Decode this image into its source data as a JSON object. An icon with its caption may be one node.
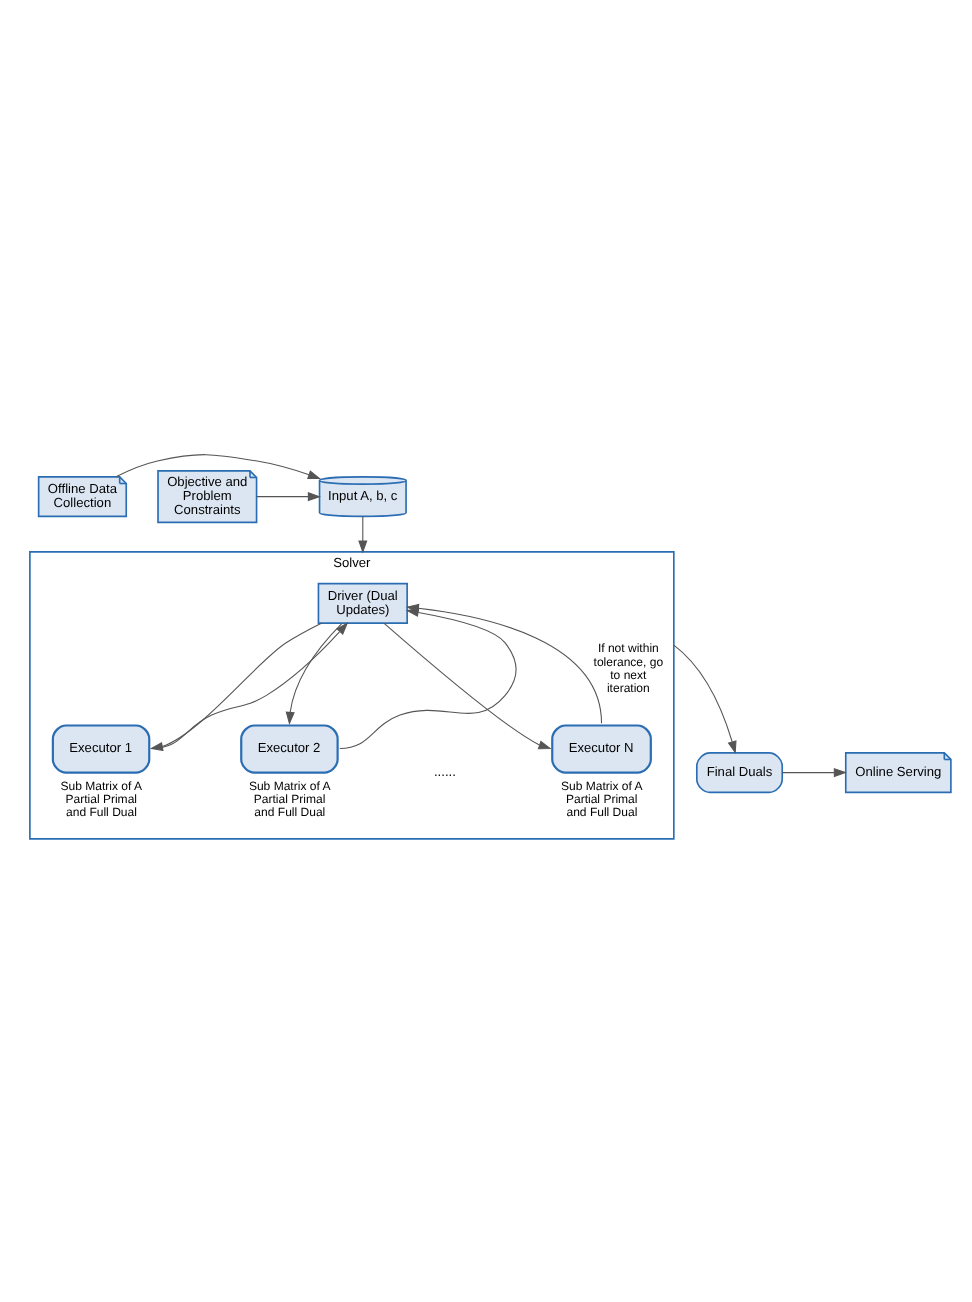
{
  "diagram": {
    "nodes": [
      {
        "text": [
          "Offline Data Collection"
        ]
      },
      {
        "text": [
          "Input A, b, c"
        ]
      },
      {
        "text": [
          "Objective and Problem Constraints"
        ]
      },
      {
        "text": [
          "Solver"
        ]
      },
      {
        "text": [
          "Driver (Dual Updates)"
        ],
        "in": 3
      },
      {
        "text": [
          "Executor 1"
        ],
        "in": 3,
        "beside": [
          "Sub Matrix of A Partial Primal and Full Dual"
        ]
      },
      {
        "text": [
          "Executor 2"
        ],
        "in": 3,
        "beside": [
          "Sub Matrix of A Partial Primal and Full Dual"
        ]
      },
      {
        "text": [
          "Executor N"
        ],
        "in": 3,
        "beside": [
          "Sub Matrix of A Partial Primal and Full Dual"
        ]
      },
      {
        "text": [
          "Final Duals"
        ]
      },
      {
        "text": [
          "Online Serving"
        ]
      }
    ],
    "edges": [
      {
        "from": 0,
        "to": 1,
        "arrow": "to"
      },
      {
        "from": 2,
        "to": 1,
        "arrow": "to"
      },
      {
        "from": 1,
        "to": 3,
        "arrow": "to"
      },
      {
        "from": 4,
        "to": 5,
        "arrow": "to"
      },
      {
        "from": 4,
        "to": 6,
        "arrow": "to"
      },
      {
        "from": 4,
        "to": 7,
        "arrow": "to"
      },
      {
        "from": 5,
        "to": 4,
        "arrow": "to"
      },
      {
        "from": 6,
        "to": 4,
        "arrow": "to"
      },
      {
        "from": 7,
        "to": 4,
        "arrow": "to",
        "label": "If not within tolerance, go to next iteration"
      },
      {
        "from": 3,
        "to": 8,
        "arrow": "to"
      },
      {
        "from": 8,
        "to": 9,
        "arrow": "to"
      }
    ],
    "labels": [
      "......"
    ]
  }
}
